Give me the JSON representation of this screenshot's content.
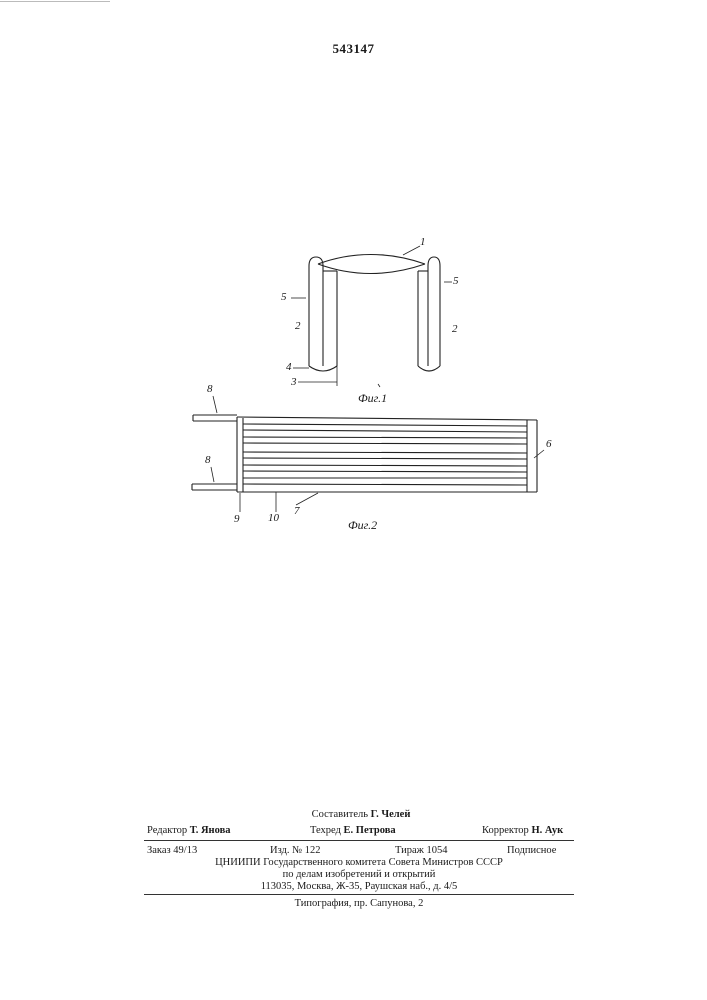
{
  "patent": {
    "number": "543147"
  },
  "figure1": {
    "caption": "Фиг.1",
    "labels": {
      "l1": "1",
      "l5a": "5",
      "l5b": "5",
      "l2a": "2",
      "l2b": "2",
      "l4": "4",
      "l3": "3"
    }
  },
  "figure2": {
    "caption": "Фиг.2",
    "labels": {
      "l8a": "8",
      "l8b": "8",
      "l6": "6",
      "l9": "9",
      "l10": "10",
      "l7": "7"
    }
  },
  "imprint": {
    "compiler": {
      "role": "Составитель",
      "name": "Г. Челей"
    },
    "editor": {
      "role": "Редактор",
      "name": "Т. Янова"
    },
    "techred": {
      "role": "Техред",
      "name": "Е. Петрова"
    },
    "corrector": {
      "role": "Корректор",
      "name": "Н. Аук"
    },
    "order": "Заказ 49/13",
    "edition": "Изд. № 122",
    "print_run": "Тираж 1054",
    "subscription": "Подписное",
    "org_line1": "ЦНИИПИ Государственного комитета Совета Министров СССР",
    "org_line2": "по делам изобретений и открытий",
    "address": "113035, Москва, Ж-35, Раушская наб., д. 4/5",
    "printer": "Типография, пр. Сапунова, 2"
  }
}
